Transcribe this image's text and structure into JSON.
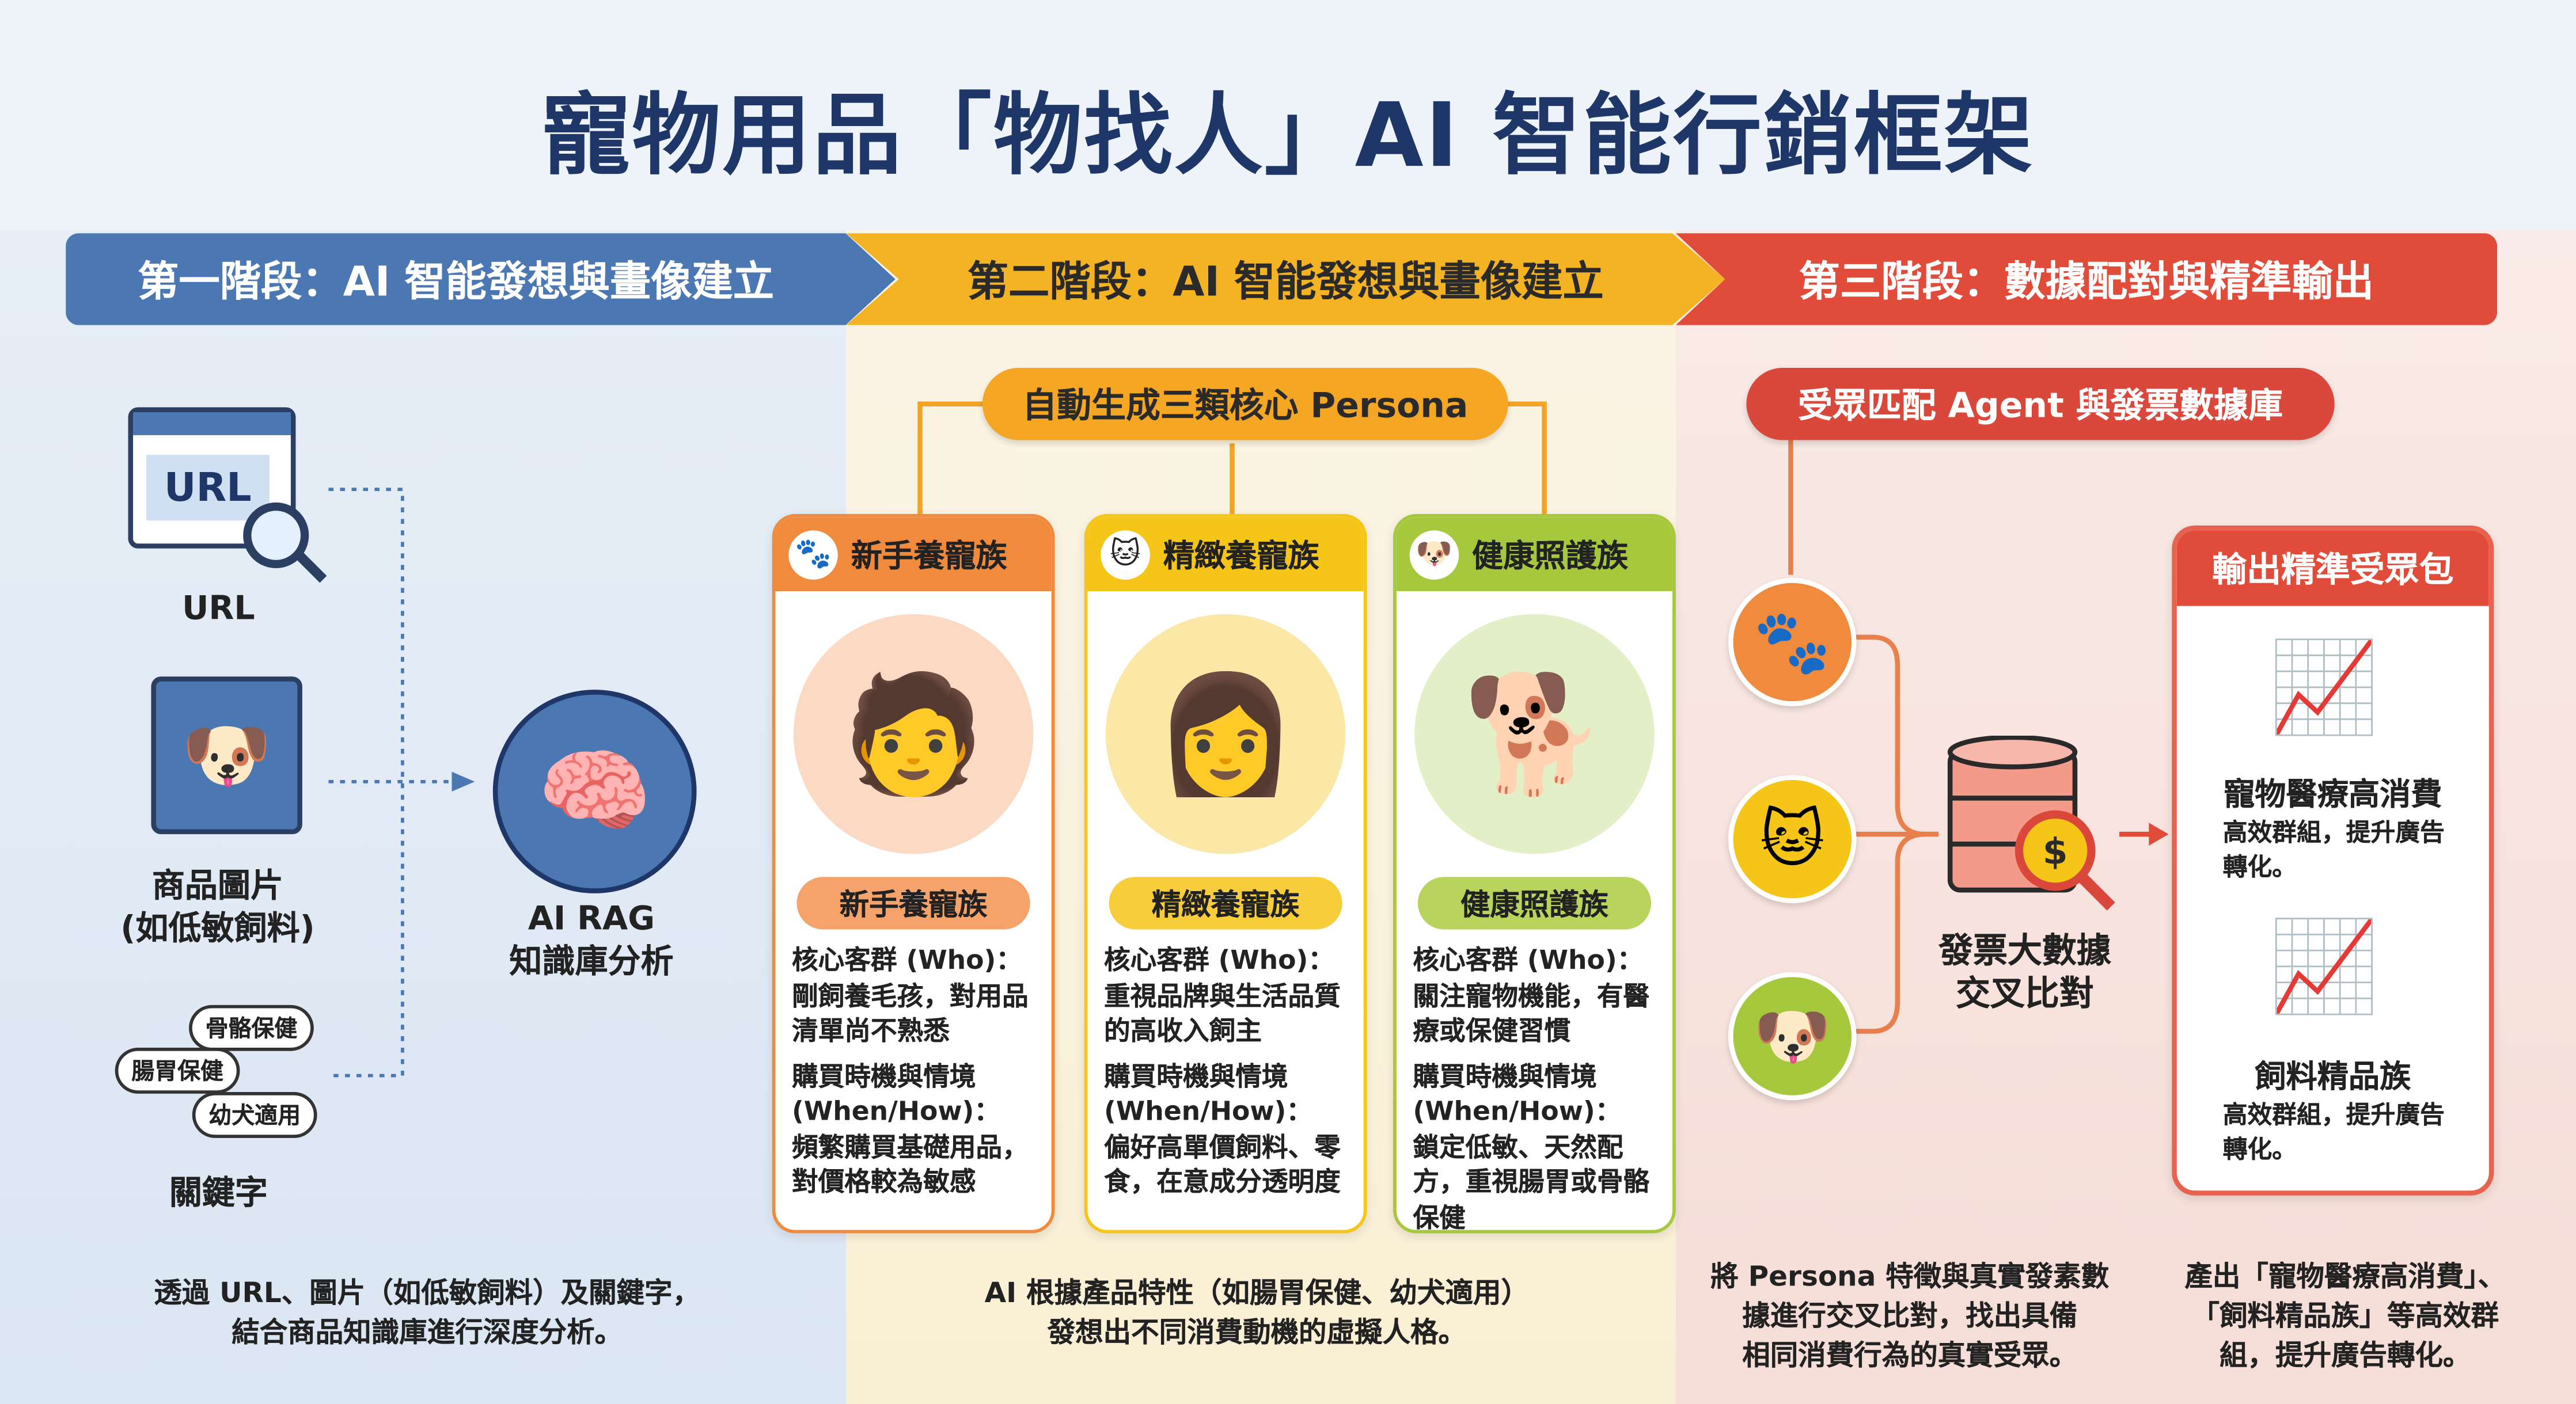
{
  "title": "寵物用品「物找人」AI 智能行銷框架",
  "colors": {
    "blue": "#4b78b2",
    "yellow": "#f3b323",
    "red": "#e04b3a",
    "orange": "#f08a3c",
    "green": "#a6c83c"
  },
  "stages": [
    {
      "label": "第一階段：AI 智能發想與畫像建立"
    },
    {
      "label": "第二階段：AI 智能發想與畫像建立"
    },
    {
      "label": "第三階段：數據配對與精準輸出"
    }
  ],
  "stage1": {
    "url_icon_text": "URL",
    "url_label": "URL",
    "product_label": "商品圖片\n(如低敏飼料)",
    "keywords": [
      "骨骼保健",
      "腸胃保健",
      "幼犬適用"
    ],
    "keyword_label": "關鍵字",
    "rag_label": "AI RAG\n知識庫分析",
    "caption": "透過 URL、圖片（如低敏飼料）及關鍵字，\n結合商品知識庫進行深度分析。"
  },
  "stage2": {
    "pill": "自動生成三類核心 Persona",
    "cards": [
      {
        "title": "新手養寵族",
        "tag": "新手養寵族",
        "who": "核心客群 (Who)：\n剛飼養毛孩，對用品清單尚不熟悉",
        "how": "購買時機與情境 (When/How)：\n頻繁購買基礎用品，對價格較為敏感",
        "icon": "paw-icon"
      },
      {
        "title": "精緻養寵族",
        "tag": "精緻養寵族",
        "who": "核心客群 (Who)：\n重視品牌與生活品質的高收入飼主",
        "how": "購買時機與情境 (When/How)：\n偏好高單價飼料、零食，在意成分透明度",
        "icon": "cat-icon"
      },
      {
        "title": "健康照護族",
        "tag": "健康照護族",
        "who": "核心客群 (Who)：\n關注寵物機能，有醫療或保健習慣",
        "how": "購買時機與情境 (When/How)：\n鎖定低敏、天然配方，重視腸胃或骨骼保健",
        "icon": "dog-icon"
      }
    ],
    "caption": "AI 根據產品特性（如腸胃保健、幼犬適用）\n發想出不同消費動機的虛擬人格。"
  },
  "stage3": {
    "pill": "受眾匹配 Agent 與發票數據庫",
    "db_label": "發票大數據\n交叉比對",
    "output_title": "輸出精準受眾包",
    "outputs": [
      {
        "name": "寵物醫療高消費",
        "desc": "高效群組，提升廣告轉化。"
      },
      {
        "name": "飼料精品族",
        "desc": "高效群組，提升廣告轉化。"
      }
    ],
    "caption_left": "將 Persona 特徵與真實發素數\n據進行交叉比對，找出具備\n相同消費行為的真實受眾。",
    "caption_right": "產出「寵物醫療高消費」、\n「飼料精品族」等高效群\n組，提升廣告轉化。"
  }
}
